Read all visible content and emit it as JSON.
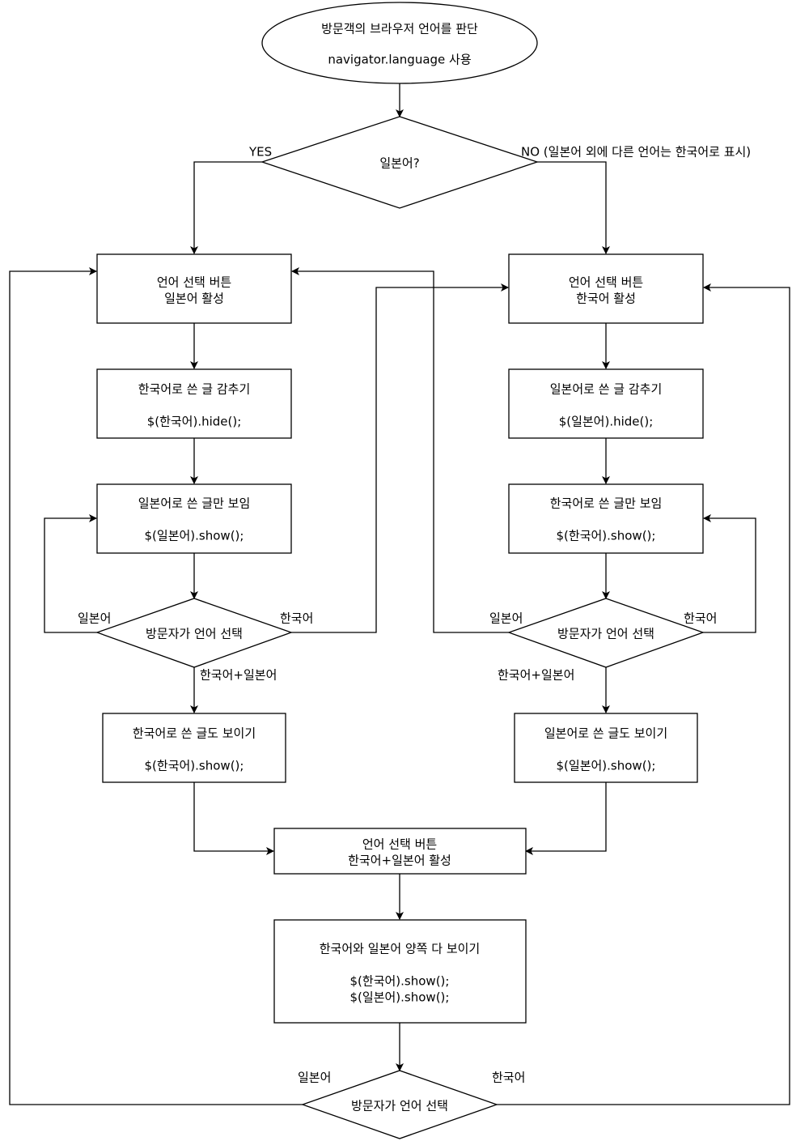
{
  "start": {
    "line1": "방문객의 브라우저 언어를 판단",
    "line2": "navigator.language 사용"
  },
  "decision_top": {
    "question": "일본어?",
    "yes_label": "YES",
    "no_label": "NO (일본어 외에 다른 언어는 한국어로 표시)"
  },
  "left_branch": {
    "activate": {
      "line1": "언어 선택 버튼",
      "line2": "일본어 활성"
    },
    "hide": {
      "line1": "한국어로 쓴 글 감추기",
      "code": "$(한국어).hide();"
    },
    "show": {
      "line1": "일본어로 쓴 글만 보임",
      "code": "$(일본어).show();"
    },
    "choice": {
      "text": "방문자가 언어 선택",
      "left_label": "일본어",
      "right_label": "한국어",
      "bottom_label": "한국어+일본어"
    },
    "show_both": {
      "line1": "한국어로 쓴 글도 보이기",
      "code": "$(한국어).show();"
    }
  },
  "right_branch": {
    "activate": {
      "line1": "언어 선택 버튼",
      "line2": "한국어 활성"
    },
    "hide": {
      "line1": "일본어로 쓴 글 감추기",
      "code": "$(일본어).hide();"
    },
    "show": {
      "line1": "한국어로 쓴 글만 보임",
      "code": "$(한국어).show();"
    },
    "choice": {
      "text": "방문자가 언어 선택",
      "left_label": "일본어",
      "right_label": "한국어",
      "bottom_label": "한국어+일본어"
    },
    "show_both": {
      "line1": "일본어로 쓴 글도 보이기",
      "code": "$(일본어).show();"
    }
  },
  "merge": {
    "activate": {
      "line1": "언어 선택 버튼",
      "line2": "한국어+일본어 활성"
    },
    "show_all": {
      "line1": "한국어와 일본어 양쪽 다 보이기",
      "code1": "$(한국어).show();",
      "code2": "$(일본어).show();"
    },
    "choice": {
      "text": "방문자가 언어 선택",
      "left_label": "일본어",
      "right_label": "한국어"
    }
  }
}
